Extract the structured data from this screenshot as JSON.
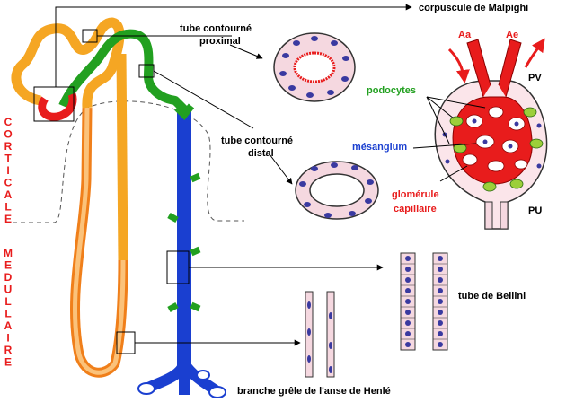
{
  "labels": {
    "corpuscule": "corpuscule de Malpighi",
    "tcp_line1": "tube contourné",
    "tcp_line2": "proximal",
    "tcd_line1": "tube contourné",
    "tcd_line2": "distal",
    "bellini": "tube de Bellini",
    "henle": "branche grêle de l'anse de Henlé",
    "aa": "Aa",
    "ae": "Ae",
    "pv": "PV",
    "pu": "PU",
    "podocytes": "podocytes",
    "mesangium": "mésangium",
    "glomerule_line1": "glomérule",
    "glomerule_line2": "capillaire"
  },
  "zones": {
    "corticale": [
      "C",
      "O",
      "R",
      "T",
      "I",
      "C",
      "A",
      "L",
      "E"
    ],
    "medullaire": [
      "M",
      "E",
      "D",
      "U",
      "L",
      "L",
      "A",
      "I",
      "R",
      "E"
    ]
  },
  "colors": {
    "proximal": "#f5a623",
    "henle_descending": "#f07f1a",
    "distal": "#22a020",
    "collecting": "#1a3fd0",
    "arteriole": "#e81c1c",
    "zone_text": "#e81c1c",
    "podocytes_text": "#22a020",
    "mesangium_text": "#1a3fd0",
    "glomerule_text": "#e81c1c",
    "cell_fill": "#f5d8e0",
    "nucleus": "#3a3aa0"
  }
}
